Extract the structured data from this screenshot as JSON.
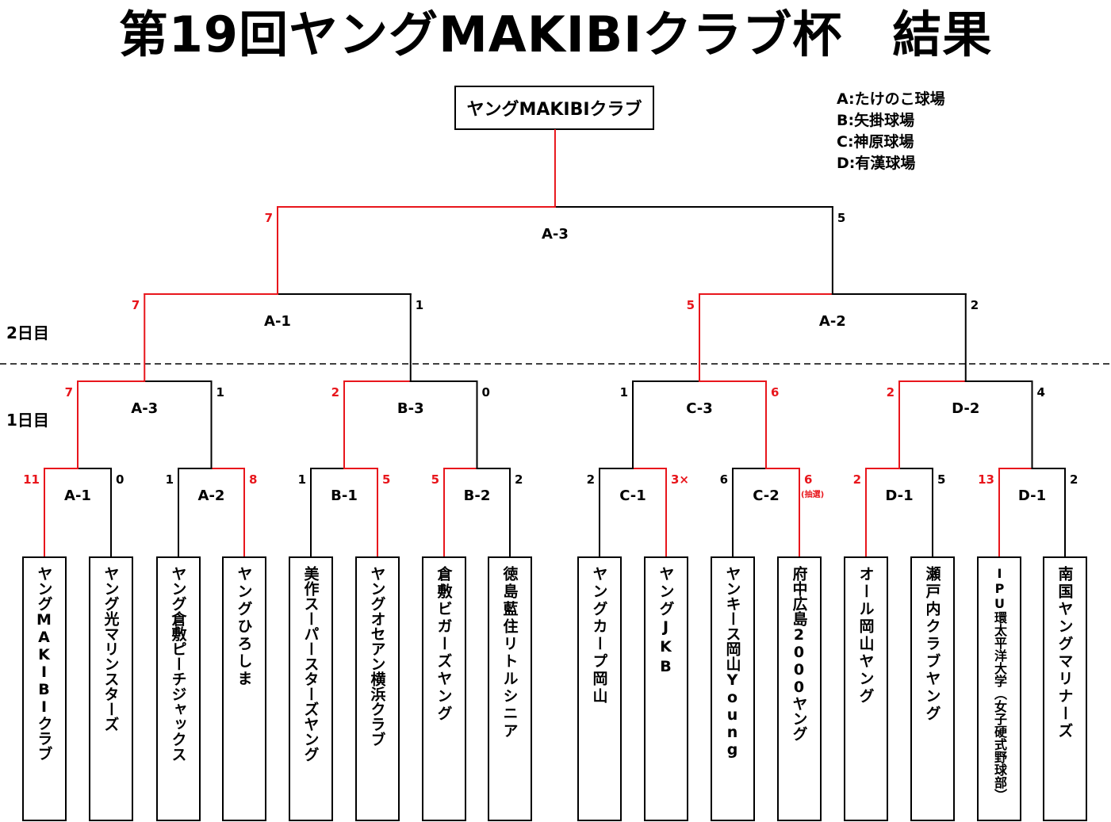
{
  "title": "第19回ヤングMAKIBIクラブ杯　結果",
  "champion": "ヤングMAKIBIクラブ",
  "legend": [
    "A:たけのこ球場",
    "B:矢掛球場",
    "C:神原球場",
    "D:有漢球場"
  ],
  "day_labels": {
    "day2": "2日目",
    "day1": "1日目"
  },
  "colors": {
    "win": "#e8161c",
    "line": "#000000",
    "score_win": "#e8161c"
  },
  "teams": [
    "ヤングMAKIBIクラブ",
    "ヤング光マリンスターズ",
    "ヤング倉敷ピーチジャックス",
    "ヤングひろしま",
    "美作スーパースターズヤング",
    "ヤングオセアン横浜クラブ",
    "倉敷ビガーズヤング",
    "徳島藍住リトルシニア",
    "ヤングカープ岡山",
    "ヤングJKB",
    "ヤンキース岡山Young",
    "府中広島2000ヤング",
    "オール岡山ヤング",
    "瀬戸内クラブヤング",
    "IPU環太平洋大学（女子硬式野球部）",
    "南国ヤングマリナーズ"
  ],
  "matches": [
    {
      "id": "r1_1",
      "label": "A-1",
      "left_score": "11",
      "right_score": "0",
      "winner": "left"
    },
    {
      "id": "r1_2",
      "label": "A-2",
      "left_score": "1",
      "right_score": "8",
      "winner": "right"
    },
    {
      "id": "r1_3",
      "label": "B-1",
      "left_score": "1",
      "right_score": "5",
      "winner": "right"
    },
    {
      "id": "r1_4",
      "label": "B-2",
      "left_score": "5",
      "right_score": "2",
      "winner": "left"
    },
    {
      "id": "r1_5",
      "label": "C-1",
      "left_score": "2",
      "right_score": "3×",
      "winner": "right"
    },
    {
      "id": "r1_6",
      "label": "C-2",
      "left_score": "6",
      "right_score": "6",
      "right_note": "(抽選)",
      "winner": "right"
    },
    {
      "id": "r1_7",
      "label": "D-1",
      "left_score": "2",
      "right_score": "5",
      "winner": "left"
    },
    {
      "id": "r1_8",
      "label": "D-1",
      "left_score": "13",
      "right_score": "2",
      "winner": "left"
    },
    {
      "id": "r2_1",
      "label": "A-3",
      "left_score": "7",
      "right_score": "1",
      "winner": "left"
    },
    {
      "id": "r2_2",
      "label": "B-3",
      "left_score": "2",
      "right_score": "0",
      "winner": "left"
    },
    {
      "id": "r2_3",
      "label": "C-3",
      "left_score": "1",
      "right_score": "6",
      "winner": "right"
    },
    {
      "id": "r2_4",
      "label": "D-2",
      "left_score": "2",
      "right_score": "4",
      "winner": "left"
    },
    {
      "id": "sf_1",
      "label": "A-1",
      "left_score": "7",
      "right_score": "1",
      "winner": "left"
    },
    {
      "id": "sf_2",
      "label": "A-2",
      "left_score": "5",
      "right_score": "2",
      "winner": "left"
    },
    {
      "id": "final",
      "label": "A-3",
      "left_score": "7",
      "right_score": "5",
      "winner": "left"
    }
  ]
}
